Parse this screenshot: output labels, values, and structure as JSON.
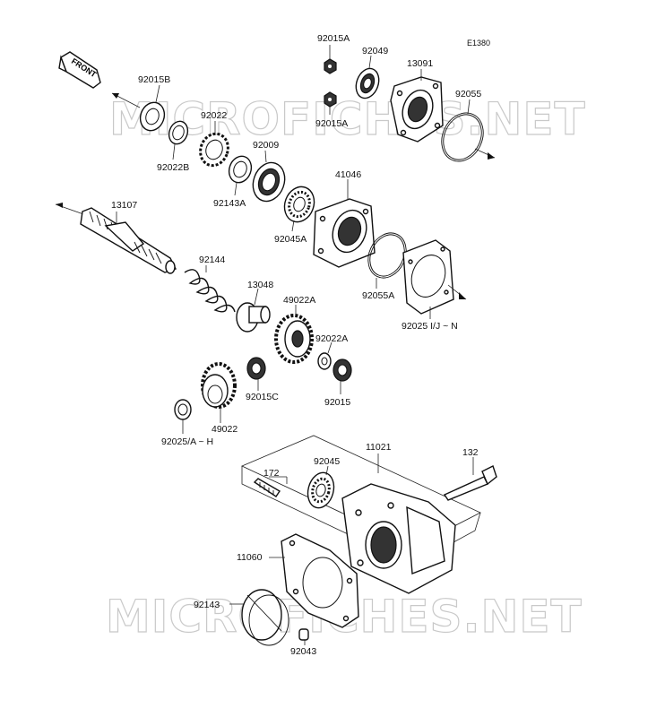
{
  "diagram_code": "E1380",
  "front_label": "FRONT",
  "watermark": "MICROFICHES.NET",
  "part_labels": [
    {
      "id": "p92015A_top",
      "text": "92015A"
    },
    {
      "id": "p92049",
      "text": "92049"
    },
    {
      "id": "p13091",
      "text": "13091"
    },
    {
      "id": "p92015A_mid",
      "text": "92015A"
    },
    {
      "id": "p92055",
      "text": "92055"
    },
    {
      "id": "p92015B",
      "text": "92015B"
    },
    {
      "id": "p92022",
      "text": "92022"
    },
    {
      "id": "p92022B",
      "text": "92022B"
    },
    {
      "id": "p92009",
      "text": "92009"
    },
    {
      "id": "p92143A",
      "text": "92143A"
    },
    {
      "id": "p41046",
      "text": "41046"
    },
    {
      "id": "p13107",
      "text": "13107"
    },
    {
      "id": "p92045A",
      "text": "92045A"
    },
    {
      "id": "p92144",
      "text": "92144"
    },
    {
      "id": "p13048",
      "text": "13048"
    },
    {
      "id": "p49022A",
      "text": "49022A"
    },
    {
      "id": "p92055A",
      "text": "92055A"
    },
    {
      "id": "p92025IJN",
      "text": "92025 I/J ~ N"
    },
    {
      "id": "p92022A",
      "text": "92022A"
    },
    {
      "id": "p92015C",
      "text": "92015C"
    },
    {
      "id": "p92015",
      "text": "92015"
    },
    {
      "id": "p49022",
      "text": "49022"
    },
    {
      "id": "p92025AH",
      "text": "92025/A ~ H"
    },
    {
      "id": "p11021",
      "text": "11021"
    },
    {
      "id": "p132",
      "text": "132"
    },
    {
      "id": "p172",
      "text": "172"
    },
    {
      "id": "p92045",
      "text": "92045"
    },
    {
      "id": "p11060",
      "text": "11060"
    },
    {
      "id": "p92143",
      "text": "92143"
    },
    {
      "id": "p92043",
      "text": "92043"
    }
  ]
}
